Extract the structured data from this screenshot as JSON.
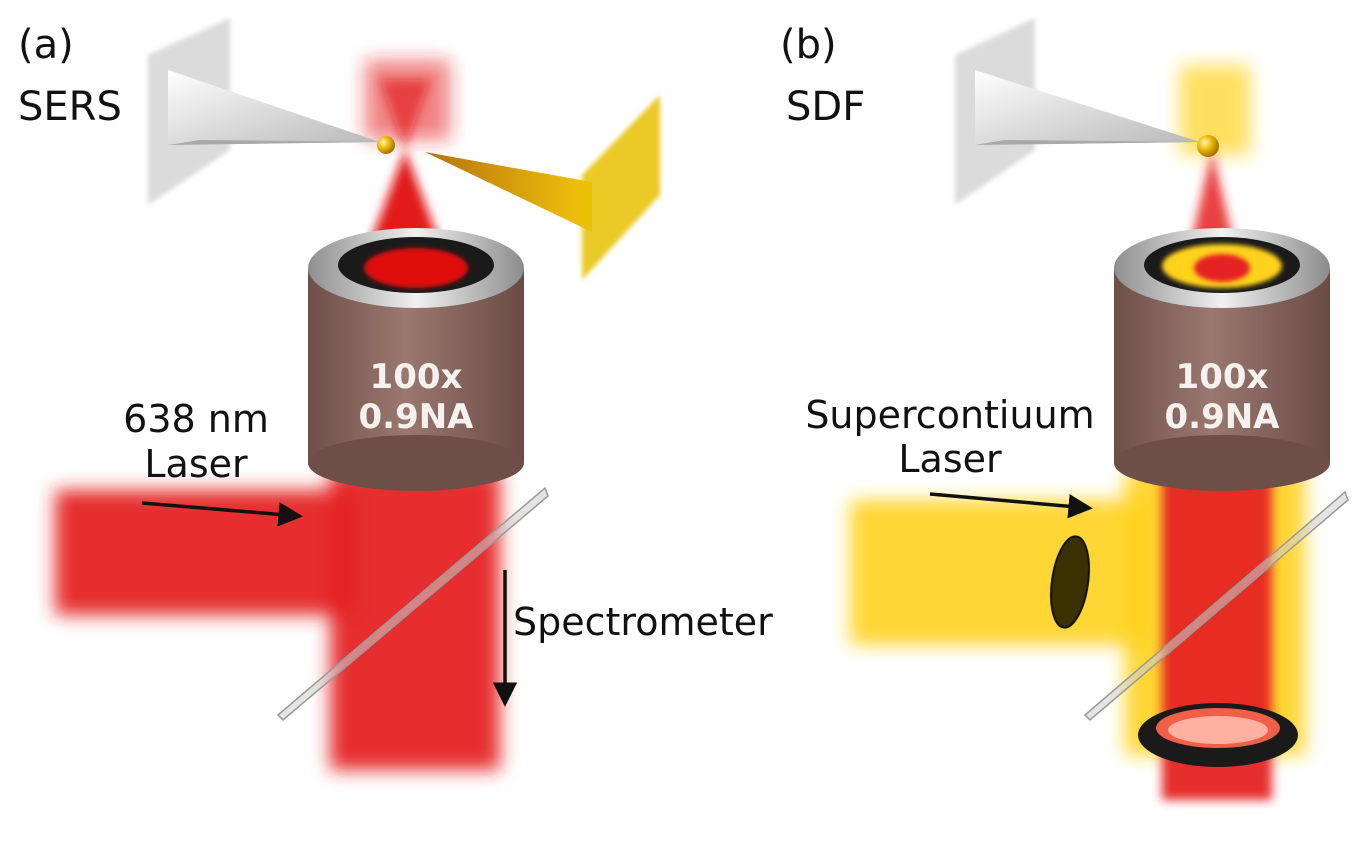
{
  "panels": [
    {
      "id": "a",
      "tag": "(a)",
      "technique": "SERS",
      "objective": {
        "magnification": "100x",
        "na": "0.9NA"
      },
      "source_label_line1": "638 nm",
      "source_label_line2": "Laser",
      "detector_label": "Spectrometer",
      "beam_color": "#e52222"
    },
    {
      "id": "b",
      "tag": "(b)",
      "technique": "SDF",
      "objective": {
        "magnification": "100x",
        "na": "0.9NA"
      },
      "source_label_line1": "Supercontiuum",
      "source_label_line2": "Laser",
      "beam_color": "#ffd21f",
      "signal_color": "#e52222"
    }
  ],
  "colors": {
    "objective_body": "#8c6a62",
    "objective_rim": "#c9c9c9",
    "tip": "#e6e6e6",
    "nanoparticle": "#e0b000",
    "collector": "#d9a800",
    "arrow": "#111111"
  }
}
